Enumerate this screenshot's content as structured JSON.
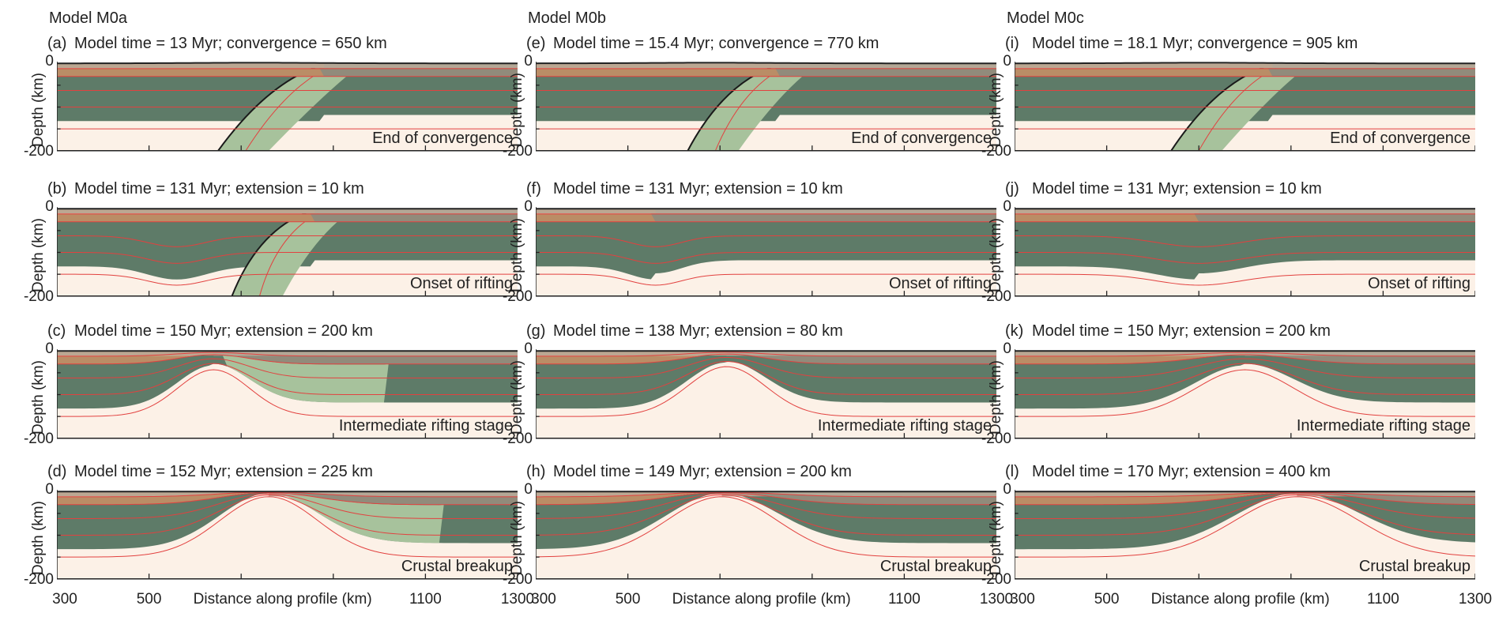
{
  "models": [
    "Model M0a",
    "Model M0b",
    "Model M0c"
  ],
  "panels": [
    [
      {
        "letter": "(a)",
        "title": "Model time = 13 Myr; convergence = 650 km",
        "stage": "End of convergence"
      },
      {
        "letter": "(b)",
        "title": "Model time = 131 Myr; extension = 10 km",
        "stage": "Onset of rifting"
      },
      {
        "letter": "(c)",
        "title": "Model time = 150 Myr; extension = 200 km",
        "stage": "Intermediate rifting stage"
      },
      {
        "letter": "(d)",
        "title": "Model time = 152 Myr; extension = 225 km",
        "stage": "Crustal breakup"
      }
    ],
    [
      {
        "letter": "(e)",
        "title": "Model time = 15.4 Myr; convergence = 770 km",
        "stage": "End of convergence"
      },
      {
        "letter": "(f)",
        "title": "Model time = 131 Myr; extension = 10 km",
        "stage": "Onset of rifting"
      },
      {
        "letter": "(g)",
        "title": "Model time = 138 Myr; extension = 80 km",
        "stage": "Intermediate rifting stage"
      },
      {
        "letter": "(h)",
        "title": "Model time = 149 Myr; extension = 200 km",
        "stage": "Crustal breakup"
      }
    ],
    [
      {
        "letter": "(i)",
        "title": "Model time = 18.1 Myr; convergence = 905 km",
        "stage": "End of convergence"
      },
      {
        "letter": "(j)",
        "title": "Model time = 131 Myr; extension = 10 km",
        "stage": "Onset of rifting"
      },
      {
        "letter": "(k)",
        "title": "Model time = 150 Myr; extension = 200 km",
        "stage": "Intermediate rifting stage"
      },
      {
        "letter": "(l)",
        "title": "Model time = 170 Myr; extension = 400 km",
        "stage": "Crustal breakup"
      }
    ]
  ],
  "axes": {
    "ylabel": "Depth (km)",
    "ytick_top": "0",
    "ytick_bottom": "-200",
    "xlabel": "Distance along profile (km)",
    "xticks": [
      "300",
      "500",
      "1100",
      "1300"
    ]
  },
  "colors": {
    "upper_crust_left": "#bba792",
    "lower_crust_left": "#ba8d66",
    "upper_crust_right": "#b3a797",
    "lower_crust_right": "#8e8b7c",
    "lithospheric_mantle": "#5e7b68",
    "slab_mantle": "#a7c29c",
    "asthenosphere": "#fcf1e7",
    "isotherm": "#e2413f"
  }
}
